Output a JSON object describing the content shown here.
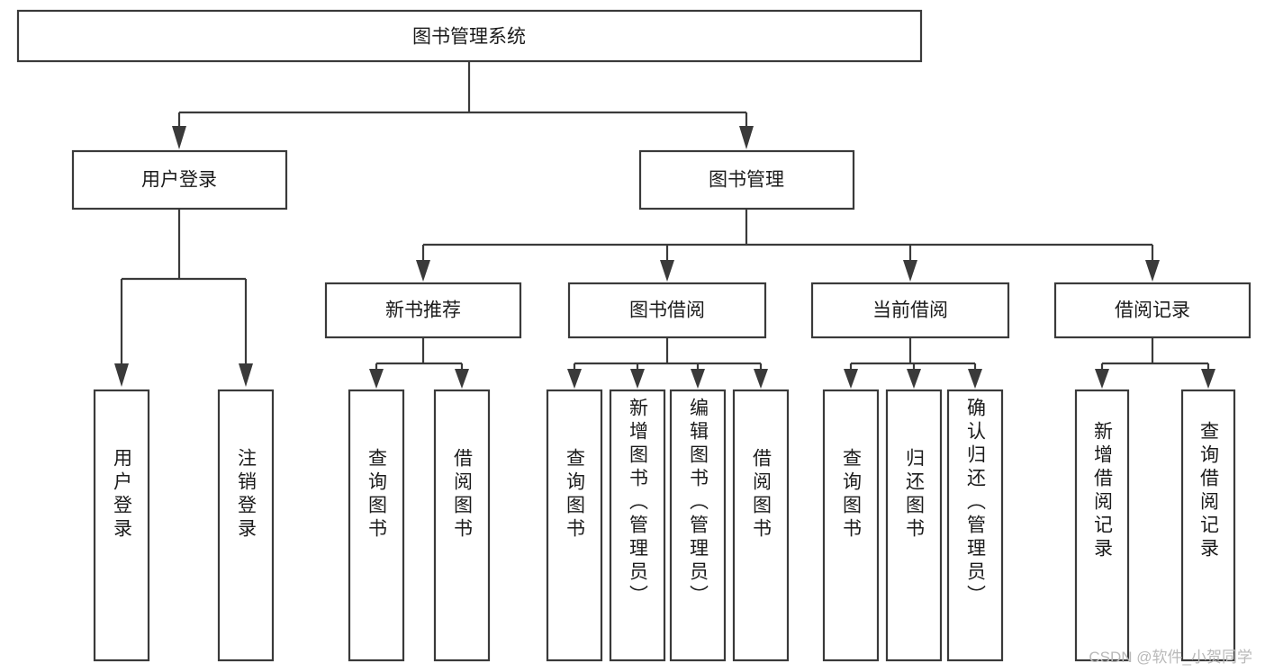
{
  "diagram": {
    "title": "图书管理系统",
    "type": "tree",
    "watermark": "CSDN @软件_小贺同学",
    "colors": {
      "border": "#3a3a3a",
      "fill": "#ffffff",
      "text": "#1b1b1b",
      "background": "#ffffff",
      "watermark": "#b9b9b9"
    },
    "root": {
      "label": "图书管理系统",
      "level": 1
    },
    "level2": [
      {
        "label": "用户登录"
      },
      {
        "label": "图书管理"
      }
    ],
    "level3": [
      {
        "label": "新书推荐"
      },
      {
        "label": "图书借阅"
      },
      {
        "label": "当前借阅"
      },
      {
        "label": "借阅记录"
      }
    ],
    "leaves": {
      "user_login": [
        {
          "label": "用户登录"
        },
        {
          "label": "注销登录"
        }
      ],
      "new_book_recommend": [
        {
          "label": "查询图书"
        },
        {
          "label": "借阅图书"
        }
      ],
      "book_borrow": [
        {
          "label": "查询图书"
        },
        {
          "label": "新增图书（管理员）"
        },
        {
          "label": "编辑图书（管理员）"
        },
        {
          "label": "借阅图书"
        }
      ],
      "current_borrow": [
        {
          "label": "查询图书"
        },
        {
          "label": "归还图书"
        },
        {
          "label": "确认归还（管理员）"
        }
      ],
      "borrow_record": [
        {
          "label": "新增借阅记录"
        },
        {
          "label": "查询借阅记录"
        }
      ]
    }
  }
}
